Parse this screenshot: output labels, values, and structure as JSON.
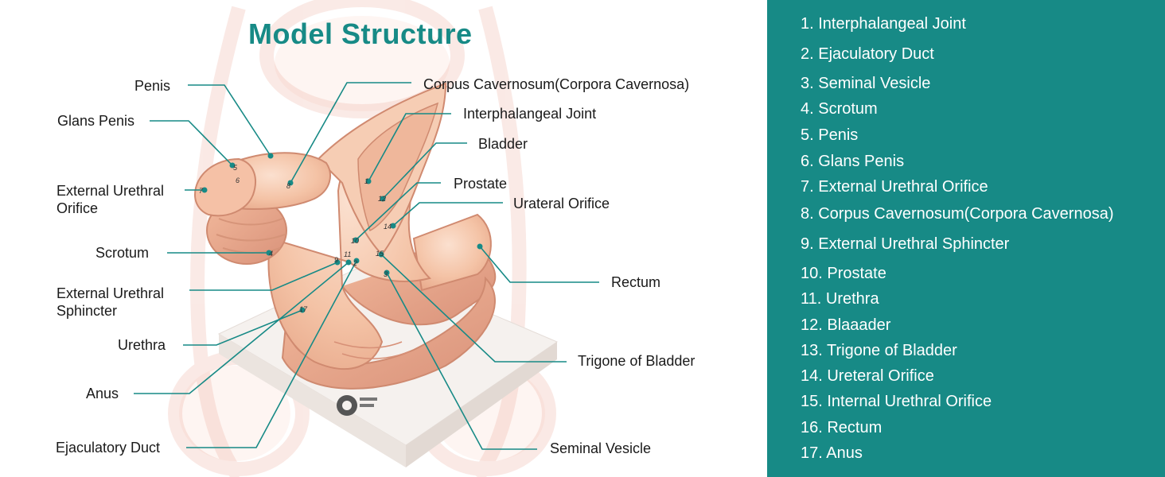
{
  "title": "Model Structure",
  "labels": {
    "penis": "Penis",
    "glans_penis": "Glans Penis",
    "external_urethral_orifice": "External Urethral Orifice",
    "scrotum": "Scrotum",
    "external_urethral_sphincter": "External Urethral Sphincter",
    "urethra": "Urethra",
    "anus": "Anus",
    "ejaculatory_duct": "Ejaculatory Duct",
    "corpus_cavernosum": "Corpus Cavernosum(Corpora Cavernosa)",
    "interphalangeal_joint": "Interphalangeal Joint",
    "bladder": "Bladder",
    "prostate": "Prostate",
    "urateral_orifice": "Urateral Orifice",
    "rectum": "Rectum",
    "trigone_of_bladder": "Trigone of Bladder",
    "seminal_vesicle": "Seminal Vesicle"
  },
  "legend": [
    "1. Interphalangeal Joint",
    "2. Ejaculatory Duct",
    "3. Seminal Vesicle",
    "4. Scrotum",
    "5. Penis",
    "6. Glans Penis",
    "7. External Urethral Orifice",
    "8. Corpus Cavernosum(Corpora Cavernosa)",
    "9. External Urethral Sphincter",
    "10. Prostate",
    "11. Urethra",
    "12. Blaaader",
    "13. Trigone of Bladder",
    "14. Ureteral Orifice",
    "15. Internal Urethral Orifice",
    "16. Rectum",
    "17. Anus"
  ],
  "marker_numbers": [
    "5",
    "6",
    "7",
    "8",
    "1",
    "12",
    "10",
    "14",
    "4",
    "9",
    "11",
    "2",
    "15",
    "3",
    "17"
  ],
  "colors": {
    "accent": "#178a86",
    "leader_line": "#178a86",
    "model_skin": "#f4c3a6",
    "base_plate": "#f3efec"
  }
}
